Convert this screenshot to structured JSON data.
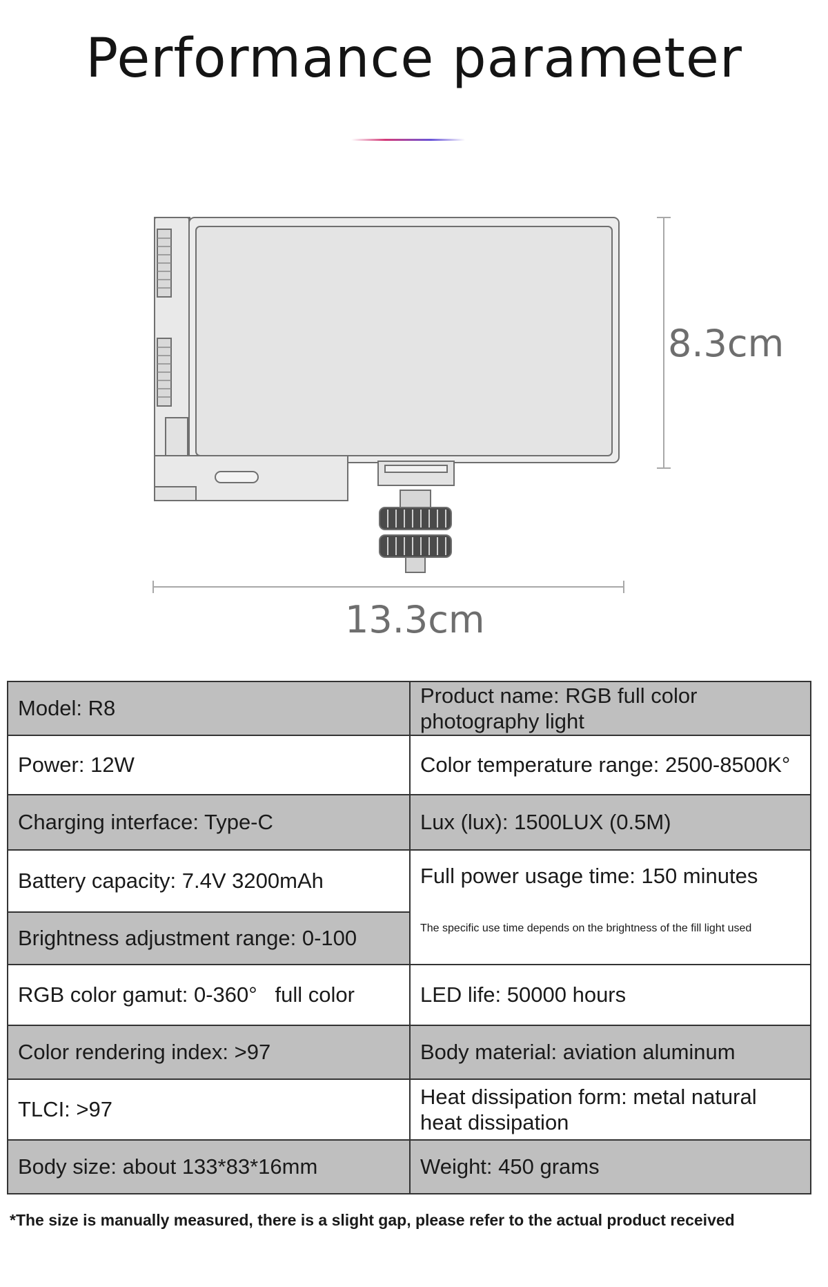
{
  "page": {
    "title": "Performance parameter",
    "dimensions": {
      "height_label": "8.3cm",
      "width_label": "13.3cm"
    },
    "specs": {
      "model": "Model: R8",
      "product_name": "Product name: RGB full color photography light",
      "power": "Power: 12W",
      "color_temperature": "Color temperature range: 2500-8500K°",
      "charging_interface": "Charging interface: Type-C",
      "lux": "Lux (lux): 1500LUX (0.5M)",
      "battery_capacity": "Battery capacity: 7.4V 3200mAh",
      "usage_time": "Full power usage time: 150 minutes",
      "usage_time_note": "The specific use time depends on the brightness of the fill light used",
      "brightness_range": "Brightness adjustment range: 0-100",
      "rgb_gamut": "RGB color gamut: 0-360°   full color",
      "led_life": "LED life: 50000 hours",
      "cri": "Color rendering index: >97",
      "body_material": "Body material: aviation aluminum",
      "tlci": "TLCI: >97",
      "heat_dissipation": "Heat dissipation form: metal natural heat dissipation",
      "body_size": "Body size: about 133*83*16mm",
      "weight": "Weight: 450 grams"
    },
    "footnote": "*The size is manually measured, there is a slight gap, please refer to the actual product received"
  }
}
